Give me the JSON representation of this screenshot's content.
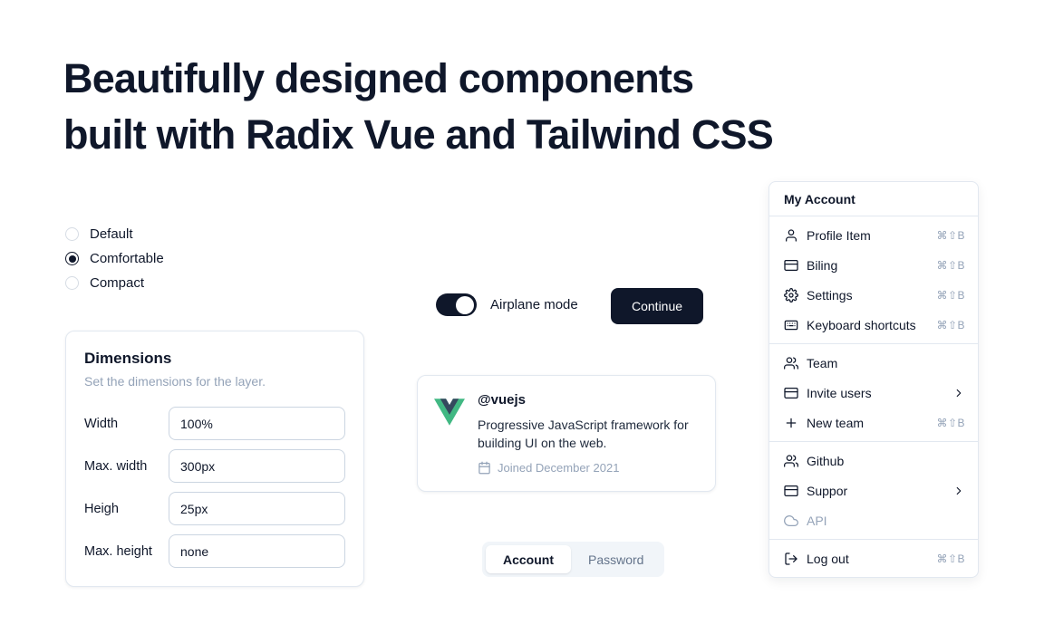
{
  "heading": {
    "line1": "Beautifully designed components",
    "line2": "built with Radix Vue and Tailwind CSS"
  },
  "radio_group": {
    "options": [
      {
        "label": "Default",
        "selected": false
      },
      {
        "label": "Comfortable",
        "selected": true
      },
      {
        "label": "Compact",
        "selected": false
      }
    ]
  },
  "dimensions": {
    "title": "Dimensions",
    "subtitle": "Set the dimensions for the layer.",
    "fields": [
      {
        "label": "Width",
        "value": "100%"
      },
      {
        "label": "Max. width",
        "value": "300px"
      },
      {
        "label": "Heigh",
        "value": "25px"
      },
      {
        "label": "Max. height",
        "value": "none"
      }
    ]
  },
  "airplane_mode": {
    "label": "Airplane mode",
    "enabled": true
  },
  "continue_button": {
    "label": "Continue"
  },
  "profile_card": {
    "handle": "@vuejs",
    "description": "Progressive JavaScript framework for building UI on the web.",
    "joined": "Joined December 2021",
    "joined_icon": "calendar-icon",
    "logo_icon": "vue-logo"
  },
  "tabs": {
    "items": [
      {
        "label": "Account",
        "active": true
      },
      {
        "label": "Password",
        "active": false
      }
    ]
  },
  "account_menu": {
    "title": "My Account",
    "groups": [
      {
        "items": [
          {
            "label": "Profile Item",
            "icon": "user-icon",
            "shortcut": "⌘⇧B"
          },
          {
            "label": "Biling",
            "icon": "credit-card-icon",
            "shortcut": "⌘⇧B"
          },
          {
            "label": "Settings",
            "icon": "gear-icon",
            "shortcut": "⌘⇧B"
          },
          {
            "label": "Keyboard shortcuts",
            "icon": "keyboard-icon",
            "shortcut": "⌘⇧B"
          }
        ]
      },
      {
        "items": [
          {
            "label": "Team",
            "icon": "users-icon"
          },
          {
            "label": "Invite users",
            "icon": "credit-card-icon",
            "submenu": true
          },
          {
            "label": "New team",
            "icon": "plus-icon",
            "shortcut": "⌘⇧B"
          }
        ]
      },
      {
        "items": [
          {
            "label": "Github",
            "icon": "users-icon"
          },
          {
            "label": "Suppor",
            "icon": "credit-card-icon",
            "submenu": true
          },
          {
            "label": "API",
            "icon": "cloud-icon",
            "disabled": true
          }
        ]
      },
      {
        "items": [
          {
            "label": "Log out",
            "icon": "logout-icon",
            "shortcut": "⌘⇧B"
          }
        ]
      }
    ]
  },
  "colors": {
    "accent": "#0f172a",
    "muted": "#94a3b8",
    "border": "#e2e8f0",
    "vue_green": "#41b883",
    "vue_dark": "#35495e"
  }
}
